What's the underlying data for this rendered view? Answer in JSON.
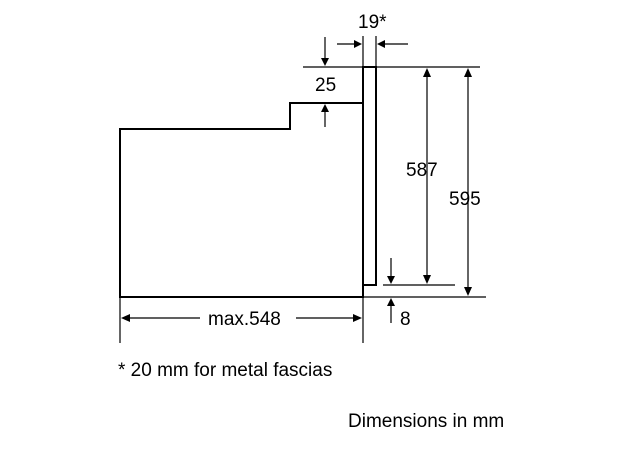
{
  "dimensions": {
    "panel_thickness": "19*",
    "top_step_height": "25",
    "inner_height": "587",
    "overall_height": "595",
    "bottom_offset": "8",
    "max_depth": "max.548"
  },
  "notes": {
    "footnote": "* 20 mm for metal fascias",
    "units": "Dimensions in mm"
  }
}
